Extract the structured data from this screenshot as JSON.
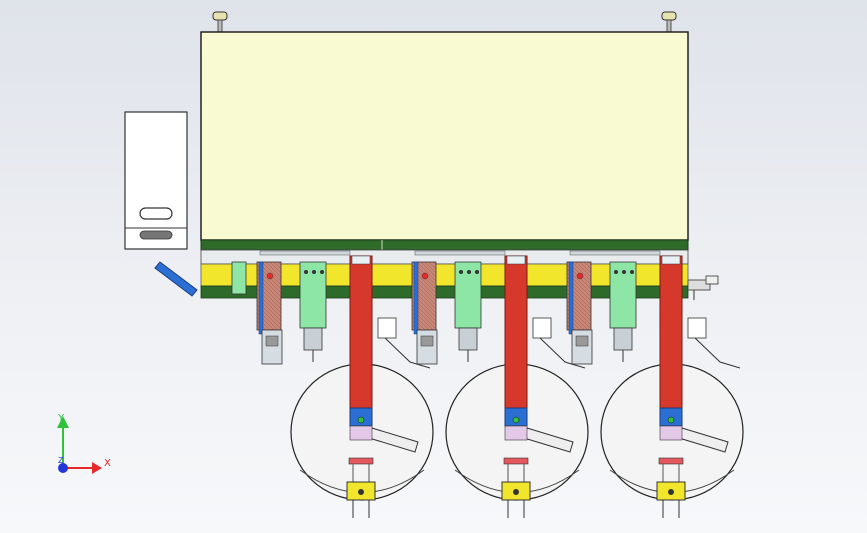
{
  "triad": {
    "x_label": "X",
    "y_label": "Y",
    "z_label": "Z",
    "x_color": "#e8292a",
    "y_color": "#2fc23a",
    "z_color": "#2436d8"
  },
  "colors": {
    "housing": "#fafad2",
    "green_rail": "#2e6a2a",
    "yellow_band": "#f2e62c",
    "red_arm": "#d6382c",
    "blue_block": "#2c6fd4",
    "mint_block": "#8ee6a6",
    "salmon_block": "#c98878",
    "disc": "#f4f4f4"
  },
  "stations": [
    {
      "id": "station-1"
    },
    {
      "id": "station-2"
    },
    {
      "id": "station-3"
    }
  ]
}
